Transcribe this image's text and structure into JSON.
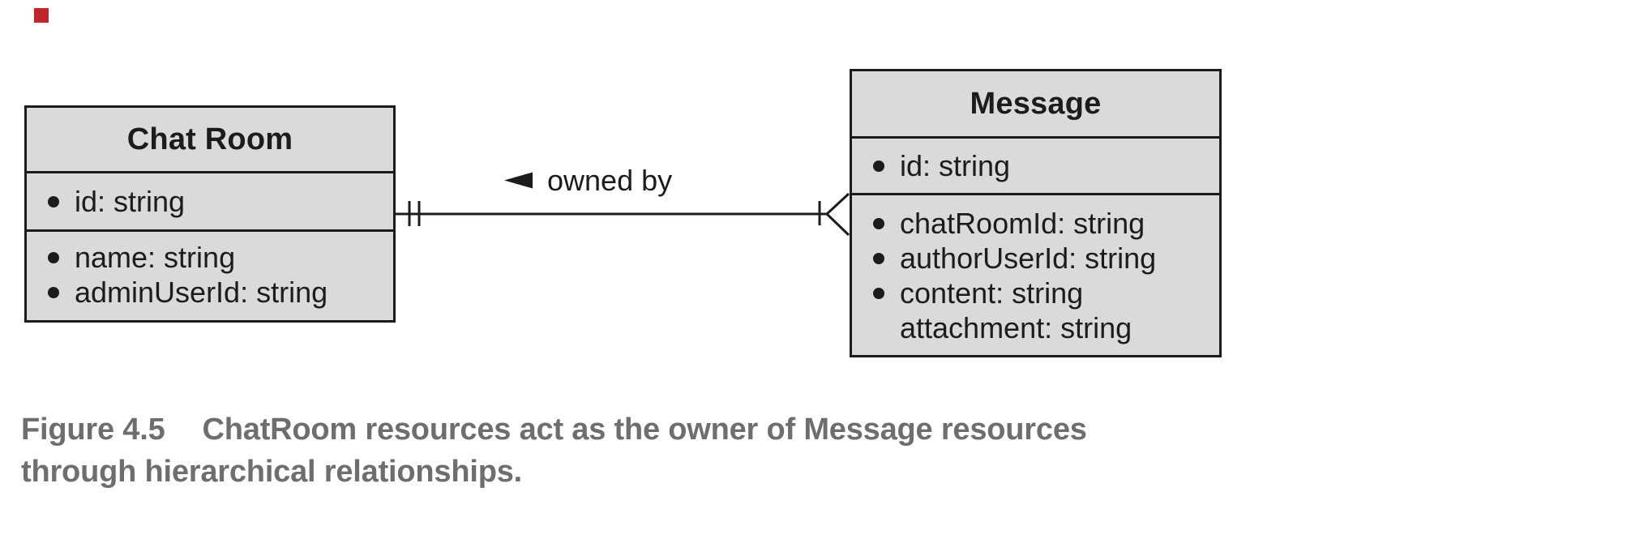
{
  "marker": {
    "name": "red square marker",
    "color": "#c0272d"
  },
  "diagram": {
    "entities": [
      {
        "title": "Chat Room",
        "key_fields": [
          {
            "bullet": true,
            "text": "id: string"
          }
        ],
        "fields": [
          {
            "bullet": true,
            "text": "name: string"
          },
          {
            "bullet": true,
            "text": "adminUserId: string"
          }
        ]
      },
      {
        "title": "Message",
        "key_fields": [
          {
            "bullet": true,
            "text": "id: string"
          }
        ],
        "fields": [
          {
            "bullet": true,
            "text": "chatRoomId: string"
          },
          {
            "bullet": true,
            "text": "authorUserId: string"
          },
          {
            "bullet": true,
            "text": "content: string"
          },
          {
            "bullet": false,
            "text": "attachment: string"
          }
        ]
      }
    ],
    "relationship": {
      "label": "owned by",
      "direction_icon": "left-triangle",
      "chat_room_end": "exactly-one (double tick)",
      "message_end": "one-or-many (tick + crow's foot)"
    },
    "colors": {
      "entity_fill": "#dadada",
      "entity_border": "#1c1c1c",
      "text": "#1c1c1c"
    }
  },
  "caption": {
    "label": "Figure 4.5",
    "lines": [
      "ChatRoom resources act as the owner of Message resources",
      "through hierarchical relationships."
    ],
    "color": "#6e6e6e"
  }
}
